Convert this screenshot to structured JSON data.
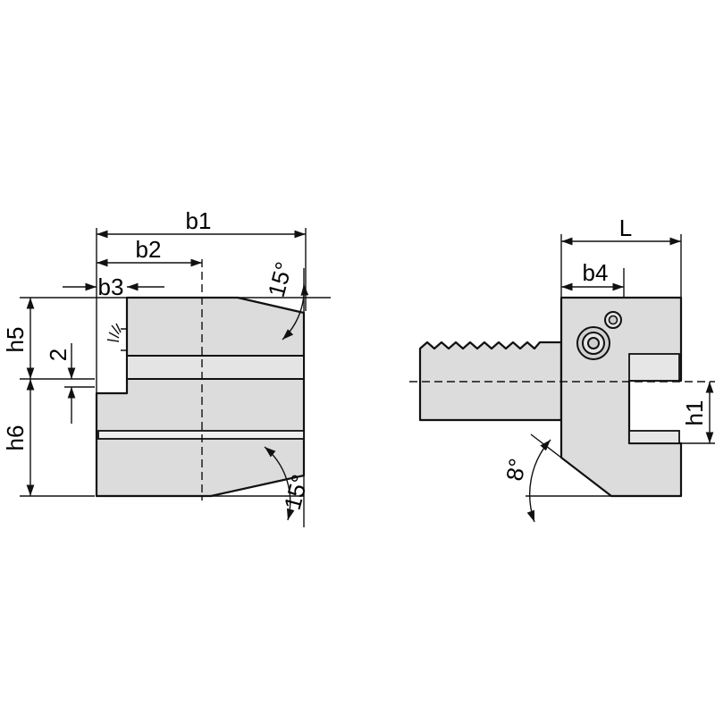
{
  "labels": {
    "b1": "b1",
    "b2": "b2",
    "b3": "b3",
    "h5": "h5",
    "h6": "h6",
    "dim_2": "2",
    "angle_top": "15°",
    "angle_bottom": "15°",
    "L": "L",
    "b4": "b4",
    "h1": "h1",
    "angle_side": "8°"
  }
}
